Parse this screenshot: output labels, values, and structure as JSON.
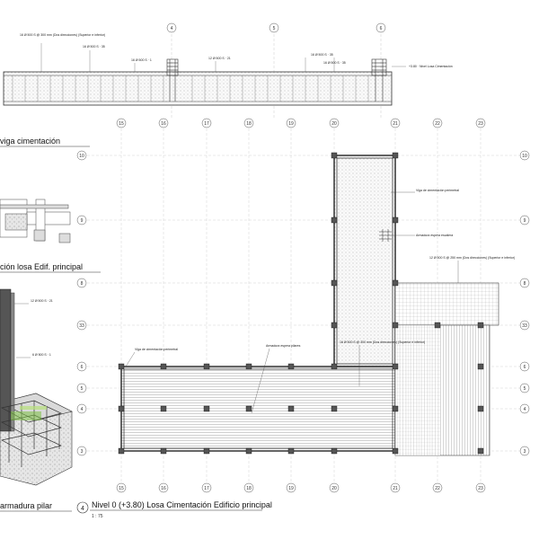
{
  "views": {
    "beam": {
      "title": "viga cimentación",
      "grid_labels": [
        "4",
        "5",
        "6"
      ],
      "notes": {
        "top_left": "16 Ø 500 S @ 300 mm (Dos direcciones) (Superior e inferior)",
        "rebar_a": "16 Ø 500 S · 35",
        "rebar_b": "16 Ø 500 S · 1",
        "rebar_c": "12 Ø 500 S · 21",
        "rebar_d": "16 Ø 500 S · 35",
        "rebar_e": "16 Ø 500 S · 35",
        "level": "+3.80 · Nivel Losa Cimentación"
      }
    },
    "slab_detail": {
      "title": "ción losa Edif. principal"
    },
    "pillar": {
      "title": "armadura pilar",
      "notes": {
        "rebar_top": "12 Ø 500 S · 21",
        "rebar_side": "6 Ø 500 S · 1"
      }
    },
    "plan": {
      "number": "4",
      "title": "Nivel 0 (+3.80) Losa Cimentación Edificio principal",
      "scale": "1 : 75",
      "grid_columns": [
        "15",
        "16",
        "17",
        "18",
        "19",
        "20",
        "21",
        "22",
        "23"
      ],
      "grid_rows": [
        "10",
        "9",
        "8",
        "33",
        "6",
        "5",
        "4",
        "3"
      ],
      "notes": {
        "perimeter_1": "Viga de cimentación perimetral",
        "waiting_1": "Armadura espera escalera",
        "rebar_1": "12 Ø 500 S @ 250 mm (Dos direcciones) (Superior e inferior)",
        "perimeter_2": "Viga de cimentación perimetral",
        "waiting_2": "Armadura espera pilares",
        "rebar_2": "16 Ø 500 S @ 300 mm (Dos direcciones) (Superior e inferior)"
      }
    }
  },
  "colors": {
    "line": "#333333",
    "light": "#bbbbbb",
    "fill_dots": "#e8e8e8",
    "slab": "#f4f4f4"
  }
}
